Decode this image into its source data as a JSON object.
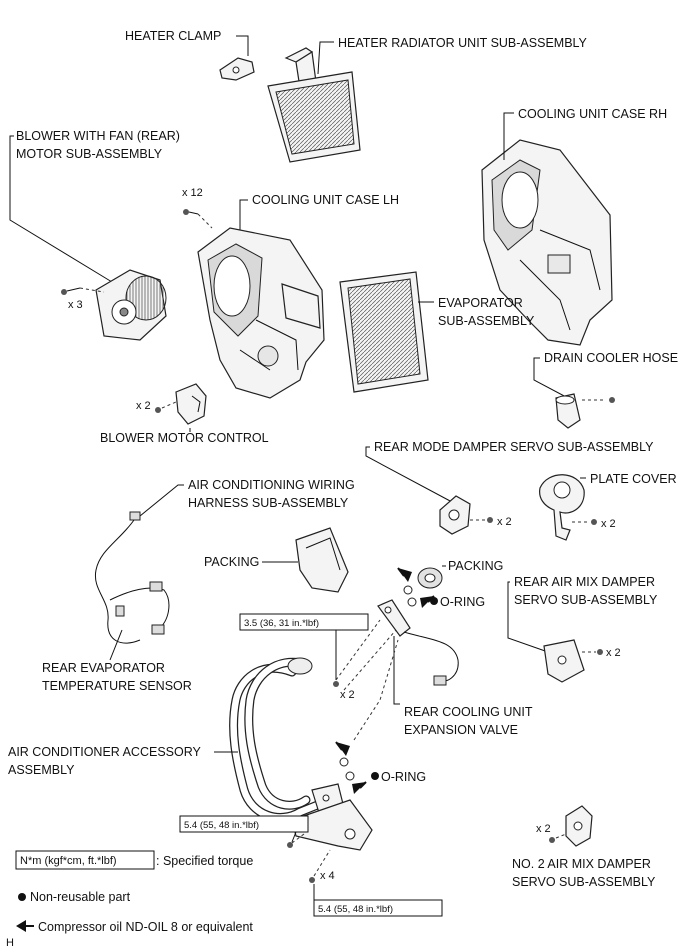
{
  "labels": {
    "heater_clamp": "HEATER CLAMP",
    "heater_radiator": "HEATER RADIATOR UNIT SUB-ASSEMBLY",
    "cooling_case_rh": "COOLING UNIT CASE RH",
    "blower_line1": "BLOWER WITH FAN (REAR)",
    "blower_line2": "MOTOR SUB-ASSEMBLY",
    "cooling_case_lh": "COOLING UNIT CASE LH",
    "evaporator_line1": "EVAPORATOR",
    "evaporator_line2": "SUB-ASSEMBLY",
    "drain_hose": "DRAIN COOLER HOSE",
    "blower_control": "BLOWER MOTOR CONTROL",
    "rear_mode_servo": "REAR MODE DAMPER SERVO SUB-ASSEMBLY",
    "plate_cover": "PLATE COVER",
    "wiring_line1": "AIR CONDITIONING WIRING",
    "wiring_line2": "HARNESS SUB-ASSEMBLY",
    "packing1": "PACKING",
    "packing2": "PACKING",
    "oring1": "O-RING",
    "oring2": "O-RING",
    "rear_airmix_line1": "REAR AIR MIX DAMPER",
    "rear_airmix_line2": "SERVO SUB-ASSEMBLY",
    "rear_evap_sensor_line1": "REAR EVAPORATOR",
    "rear_evap_sensor_line2": "TEMPERATURE SENSOR",
    "expansion_line1": "REAR COOLING UNIT",
    "expansion_line2": "EXPANSION VALVE",
    "accessory_line1": "AIR CONDITIONER ACCESSORY",
    "accessory_line2": "ASSEMBLY",
    "no2_airmix_line1": "NO. 2 AIR MIX DAMPER",
    "no2_airmix_line2": "SERVO SUB-ASSEMBLY"
  },
  "quantities": {
    "x12": "x 12",
    "x3": "x 3",
    "x2_blower_control": "x 2",
    "x2_mode_servo": "x 2",
    "x2_plate_cover": "x 2",
    "x2_rear_airmix": "x 2",
    "x2_expansion": "x 2",
    "x2_no2_airmix": "x 2",
    "x4": "x 4"
  },
  "torques": {
    "t1": "3.5 (36, 31 in.*lbf)",
    "t2": "5.4 (55, 48 in.*lbf)",
    "t3": "5.4 (55, 48 in.*lbf)"
  },
  "legend": {
    "unit": "N*m (kgf*cm, ft.*lbf)",
    "specified": ": Specified torque",
    "non_reusable": "Non-reusable part",
    "compressor_oil": "Compressor oil ND-OIL 8 or equivalent"
  },
  "corner_mark": "H"
}
